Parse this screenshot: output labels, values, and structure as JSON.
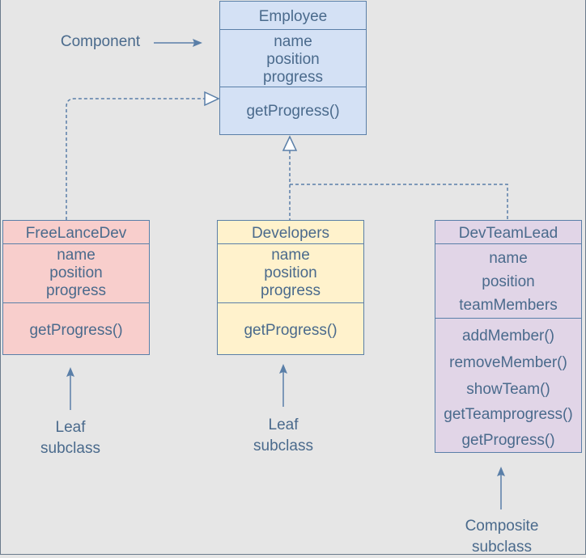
{
  "colors": {
    "background": "#e6e6e6",
    "line": "#5a7fa8",
    "text": "#4a6a8c",
    "employee_fill": "#d4e1f5",
    "freelance_fill": "#f8cecc",
    "developers_fill": "#fff2cc",
    "teamlead_fill": "#e1d5e7"
  },
  "labels": {
    "component": "Component",
    "leaf1_line1": "Leaf",
    "leaf1_line2": "subclass",
    "leaf2_line1": "Leaf",
    "leaf2_line2": "subclass",
    "composite_line1": "Composite",
    "composite_line2": "subclass"
  },
  "classes": {
    "employee": {
      "name": "Employee",
      "attributes": [
        "name",
        "position",
        "progress"
      ],
      "methods": [
        "getProgress()"
      ]
    },
    "freelance": {
      "name": "FreeLanceDev",
      "attributes": [
        "name",
        "position",
        "progress"
      ],
      "methods": [
        "getProgress()"
      ]
    },
    "developers": {
      "name": "Developers",
      "attributes": [
        "name",
        "position",
        "progress"
      ],
      "methods": [
        "getProgress()"
      ]
    },
    "teamlead": {
      "name": "DevTeamLead",
      "attributes": [
        "name",
        "position",
        "teamMembers"
      ],
      "methods": [
        "addMember()",
        "removeMember()",
        "showTeam()",
        "getTeamprogress()",
        "getProgress()"
      ]
    }
  }
}
